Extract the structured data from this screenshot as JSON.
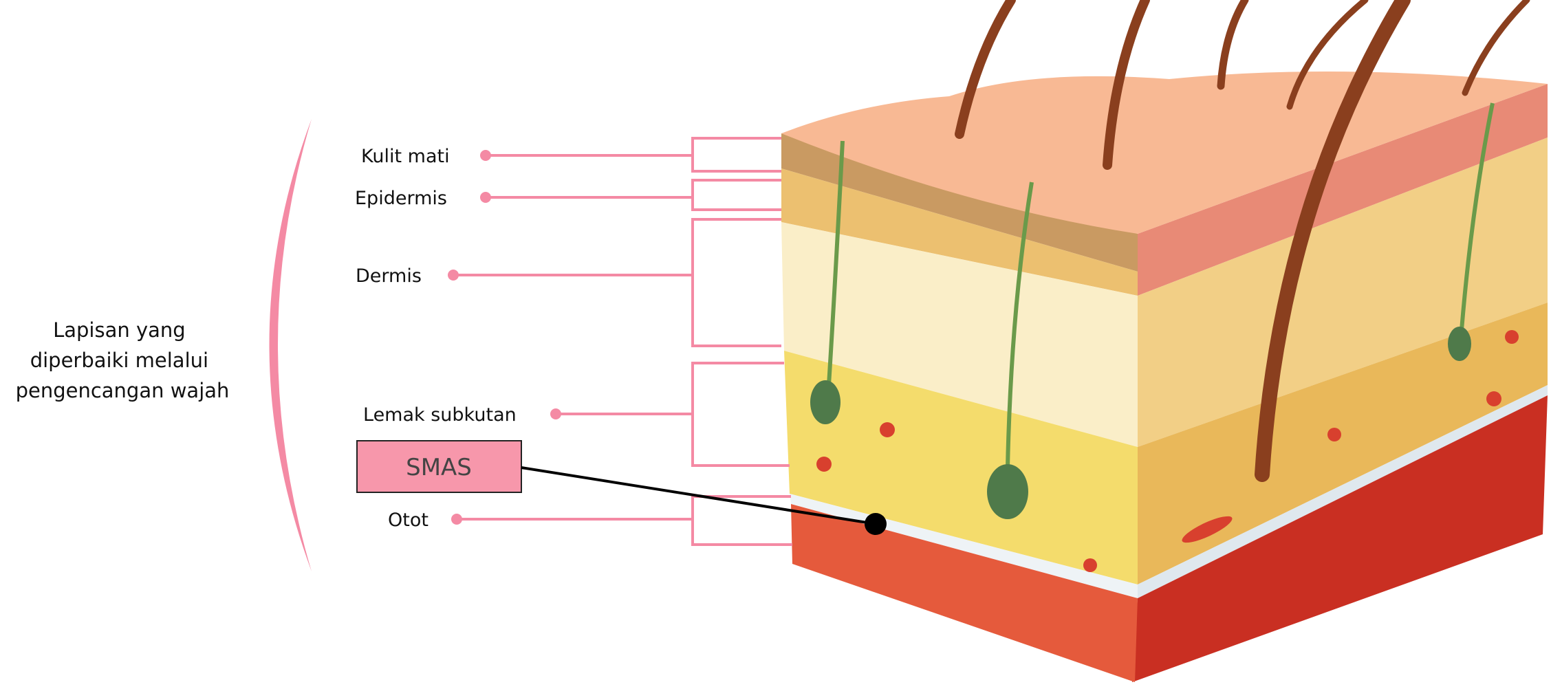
{
  "title_lines": [
    "Lapisan yang",
    "diperbaiki melalui",
    "pengencangan wajah"
  ],
  "layers": [
    {
      "label": "Kulit mati"
    },
    {
      "label": "Epidermis"
    },
    {
      "label": "Dermis"
    },
    {
      "label": "Lemak subkutan"
    },
    {
      "label": "Otot"
    }
  ],
  "smas_label": "SMAS",
  "colors": {
    "accent": "#f48aa4",
    "smas_box": "#f797ab",
    "muscle": "#d9442e",
    "fat": "#f2d76a",
    "dermis": "#f8e7b8",
    "skin_top": "#f7b68f"
  }
}
